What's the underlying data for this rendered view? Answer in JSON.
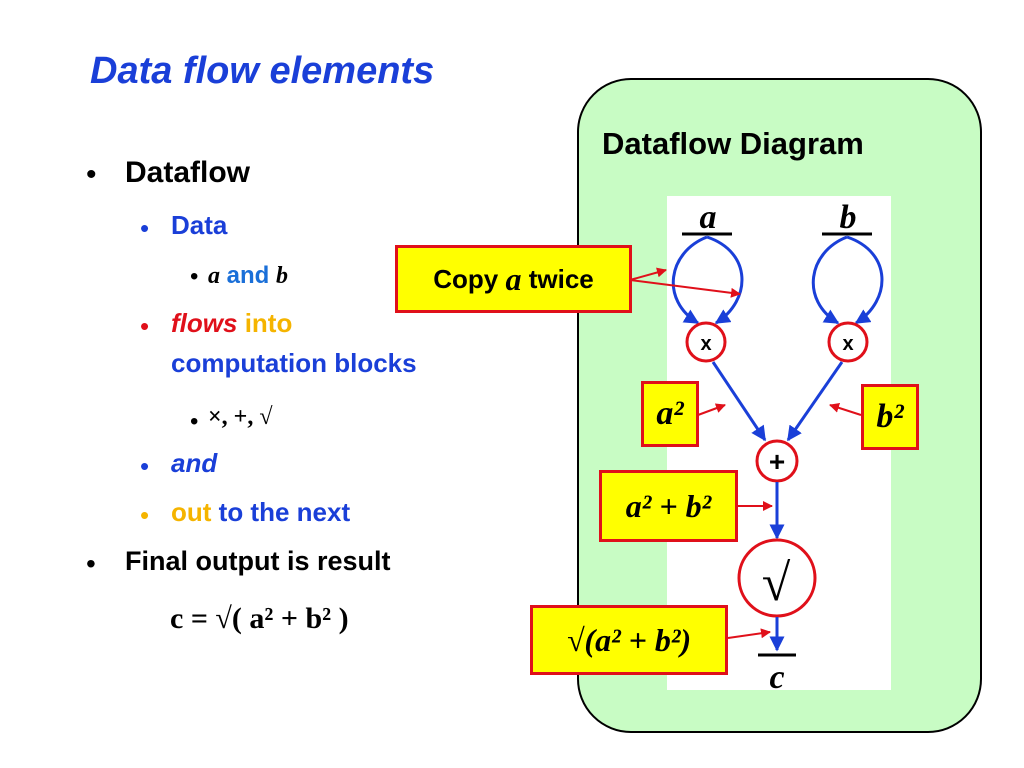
{
  "slide": {
    "title": "Data flow elements",
    "bullets": {
      "l1_dataflow": "Dataflow",
      "l2_data": "Data",
      "l3_a": "a",
      "l3_and": "and",
      "l3_b": "b",
      "l2_flows": "flows",
      "l2_into": "into",
      "l2_computation": "computation blocks",
      "l3_ops": "×, +, √",
      "l2_and": "and",
      "l2_out": "out",
      "l2_to_next": "to the next",
      "l1_final": "Final output is result",
      "formula": "c = √( a² + b² )"
    }
  },
  "diagram": {
    "panel_title": "Dataflow Diagram",
    "input_a": "a",
    "input_b": "b",
    "output_c": "c",
    "multiply_a": "x",
    "multiply_b": "x",
    "add": "+",
    "sqrt": "√",
    "callouts": {
      "copy_prefix": "Copy",
      "copy_var": "a",
      "copy_suffix": "twice",
      "a_squared": "a²",
      "b_squared": "b²",
      "sum": "a² + b²",
      "result": "√(a² + b²)"
    },
    "colors": {
      "panel": "#c8fcc4",
      "arrow": "#1a3fd8",
      "node_border": "#e0101a",
      "callout_fill": "#ffff00",
      "callout_border": "#e0101a",
      "title": "#1a3fd8"
    }
  }
}
